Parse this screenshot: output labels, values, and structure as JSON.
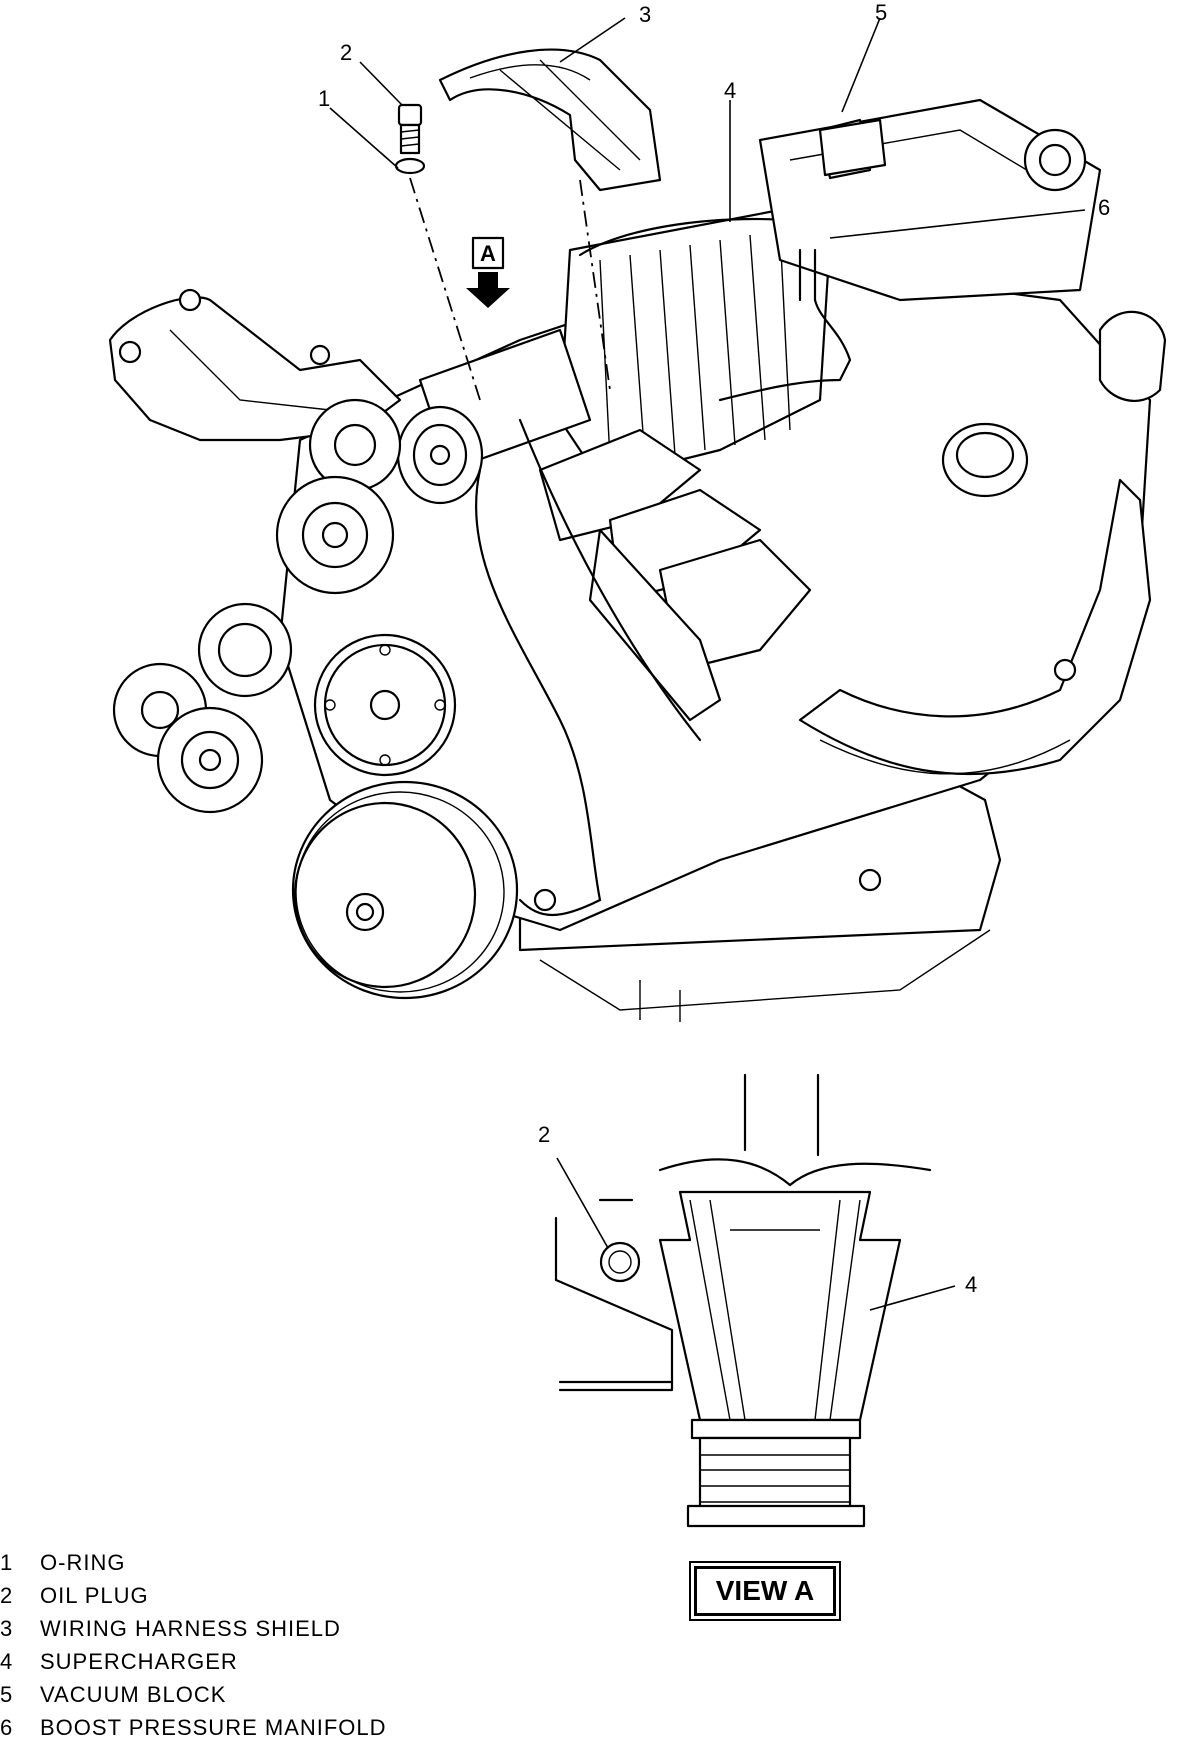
{
  "callouts": [
    {
      "number": "1",
      "part": "O-RING"
    },
    {
      "number": "2",
      "part": "OIL PLUG"
    },
    {
      "number": "3",
      "part": "WIRING HARNESS SHIELD"
    },
    {
      "number": "4",
      "part": "SUPERCHARGER"
    },
    {
      "number": "5",
      "part": "VACUUM BLOCK"
    },
    {
      "number": "6",
      "part": "BOOST PRESSURE MANIFOLD"
    }
  ],
  "view_marker": "A",
  "view_label": "VIEW A"
}
